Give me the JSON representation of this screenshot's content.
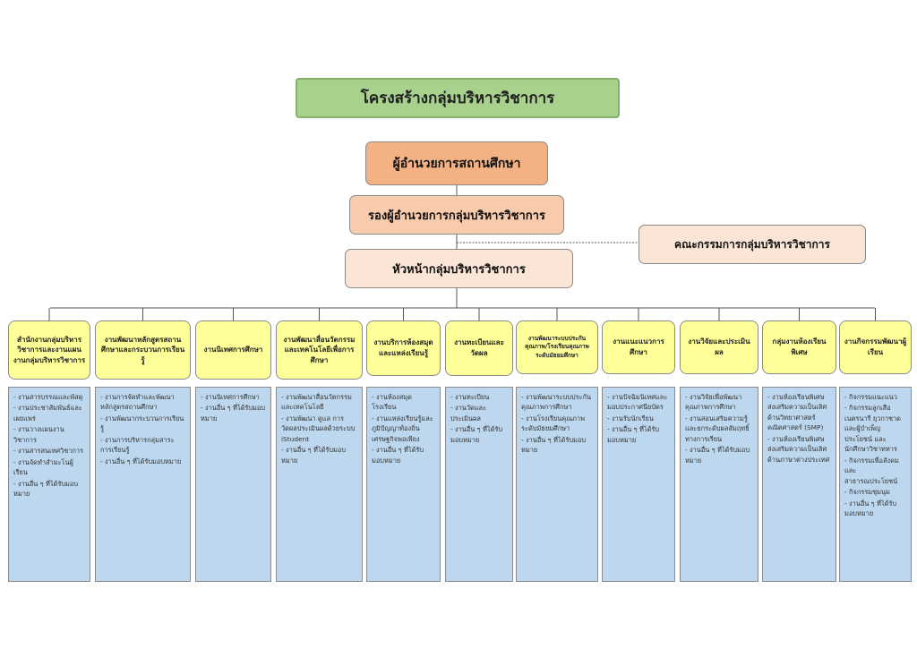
{
  "chart_title": "โครงสร้างกลุ่มบริหารวิชาการ",
  "director": "ผู้อำนวยการสถานศึกษา",
  "deputy": "รองผู้อำนวยการกลุ่มบริหารวิชาการ",
  "head": "หัวหน้ากลุ่มบริหารวิชาการ",
  "committee": "คณะกรรมการกลุ่มบริหารวิชาการ",
  "colors": {
    "title_fill": "#a9d18e",
    "director_fill": "#f4b183",
    "deputy_fill": "#f8cbad",
    "head_fill": "#fbe5d6",
    "unit_fill": "#ffff99",
    "task_fill": "#bdd7ee"
  },
  "units": [
    {
      "label": "สำนักงานกลุ่มบริหารวิชาการและงานแผนงานกลุ่มบริหารวิชาการ",
      "tasks": [
        "- งานสารบรรณและพัสดุ",
        "- งานประชาสัมพันธ์และเผยแพร่",
        "- งานวางแผนงานวิชาการ",
        "- งานสารสนเทศวิชาการ",
        "- งานจัดทำสำมะโนผู้เรียน",
        "- งานอื่น ๆ ที่ได้รับมอบหมาย"
      ]
    },
    {
      "label": "งานพัฒนาหลักสูตรสถานศึกษาและกระบวนการเรียนรู้",
      "tasks": [
        "- งานการจัดทำและพัฒนาหลักสูตรสถานศึกษา",
        "- งานพัฒนากระบวนการเรียนรู้",
        "- งานการบริหารกลุ่มสาระการเรียนรู้",
        "- งานอื่น ๆ ที่ได้รับมอบหมาย"
      ]
    },
    {
      "label": "งานนิเทศการศึกษา",
      "tasks": [
        "- งานนิเทศการศึกษา",
        "- งานอื่น ๆ ที่ได้รับมอบหมาย"
      ]
    },
    {
      "label": "งานพัฒนาสื่อนวัตกรรมและเทคโนโลยีเพื่อการศึกษา",
      "tasks": [
        "- งานพัฒนาสื่อนวัตกรรม และเทคโนโลยี",
        "- งานพัฒนา ดูแล การวัดผลประเมินผลด้วยระบบ iStudent",
        "- งานอื่น ๆ ที่ได้รับมอบหมาย"
      ]
    },
    {
      "label": "งานบริการห้องสมุดและแหล่งเรียนรู้",
      "tasks": [
        "- งานห้องสมุดโรงเรียน",
        "- งานแหล่งเรียนรู้และภูมิปัญญาท้องถิ่นเศรษฐกิจพอเพียง",
        "- งานอื่น ๆ ที่ได้รับมอบหมาย"
      ]
    },
    {
      "label": "งานทะเบียนและวัดผล",
      "tasks": [
        "- งานทะเบียน",
        "- งานวัดและประเมินผล",
        "- งานอื่น ๆ ที่ได้รับมอบหมาย"
      ]
    },
    {
      "label": "งานพัฒนาระบบประกันคุณภาพ/โรงเรียนคุณภาพระดับมัธยมศึกษา",
      "tasks": [
        "- งานพัฒนาระบบประกันคุณภาพการศึกษา",
        "- งานโรงเรียนคุณภาพระดับมัธยมศึกษา",
        "- งานอื่น ๆ ที่ได้รับมอบหมาย"
      ]
    },
    {
      "label": "งานแนะแนวการศึกษา",
      "tasks": [
        "- งานปัจฉิมนิเทศและมอบประกาศนียบัตร",
        "- งานรับนักเรียน",
        "- งานอื่น ๆ ที่ได้รับมอบหมาย"
      ]
    },
    {
      "label": "งานวิจัยและประเมินผล",
      "tasks": [
        "- งานวิจัยเพื่อพัฒนาคุณภาพการศึกษา",
        "- งานสอนเสริมความรู้และยกระดับผลสัมฤทธิ์ทางการเรียน",
        "- งานอื่น ๆ ที่ได้รับมอบหมาย"
      ]
    },
    {
      "label": "กลุ่มงานห้องเรียนพิเศษ",
      "tasks": [
        "- งานห้องเรียนพิเศษส่งเสริมความเป็นเลิศด้านวิทยาศาสตร์ คณิตศาสตร์ (SMP)",
        "- งานห้องเรียนพิเศษส่งเสริมความเป็นเลิศด้านภาษาต่างประเทศ"
      ]
    },
    {
      "label": "งานกิจกรรมพัฒนาผู้เรียน",
      "tasks": [
        "- กิจกรรมแนะแนว",
        "- กิจกรรมลูกเสือ เนตรนารี ยุวกาชาด และผู้บำเพ็ญประโยชน์ และนักศึกษาวิชาทหาร",
        "- กิจกรรมเพื่อสังคมและสาธารณประโยชน์",
        "- กิจกรรมชุมนุม",
        "- งานอื่น ๆ ที่ได้รับมอบหมาย"
      ]
    }
  ]
}
